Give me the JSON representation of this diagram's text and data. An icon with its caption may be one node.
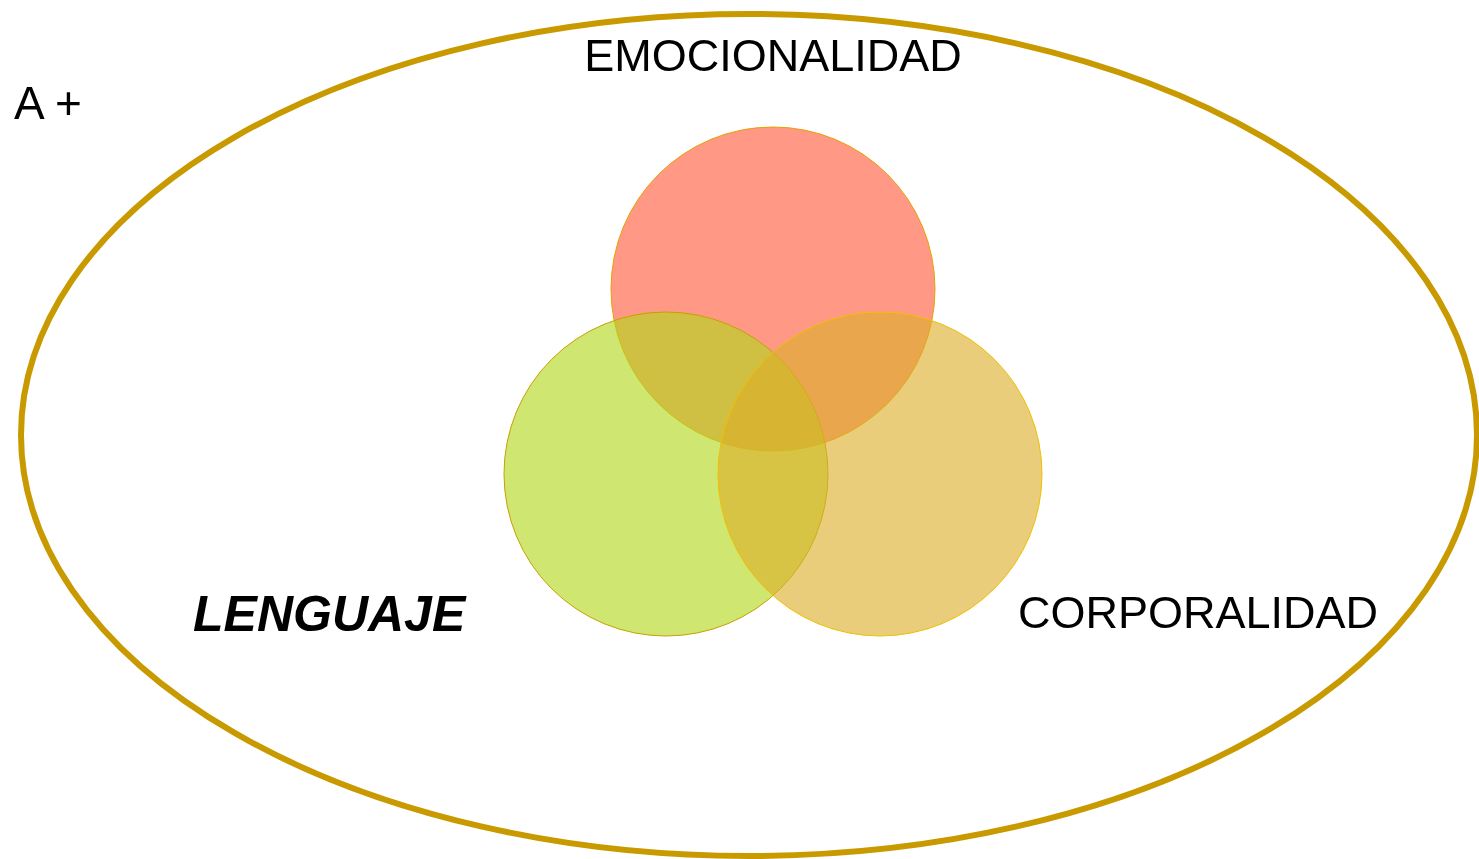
{
  "diagram": {
    "nodes": [
      {
        "text": [],
        "shape": "ellipse"
      },
      {
        "text": [
          "EMOCIONALIDAD"
        ],
        "in": 0
      },
      {
        "text": [
          "LENGUAJE"
        ],
        "in": 0
      },
      {
        "text": [
          "CORPORALIDAD"
        ],
        "in": 0
      }
    ],
    "edges": [],
    "labels": [
      "A +"
    ]
  }
}
